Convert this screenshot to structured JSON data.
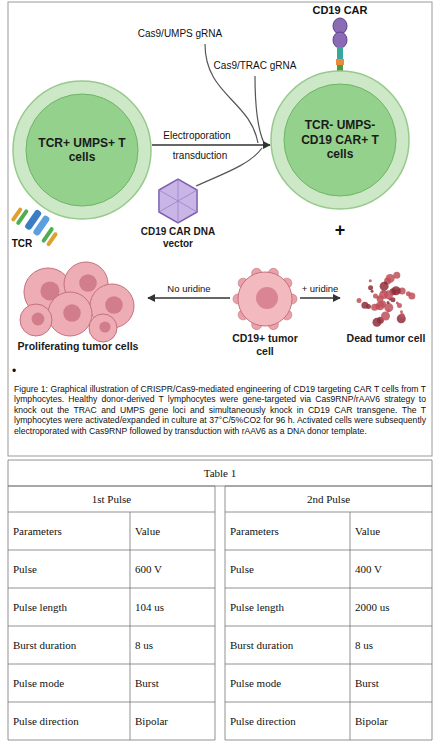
{
  "diagram": {
    "caption": "Figure 1: Graphical illustration of CRISPR/Cas9-mediated engineering of CD19 targeting CAR T cells from T lymphocytes. Healthy donor-derived T lymphocytes were gene-targeted via Cas9RNP/rAAV6 strategy to knock out the TRAC and UMPS gene loci and simultaneously knock in CD19 CAR transgene. The T lymphocytes were activated/expanded in culture at 37°C/5%CO2 for 96 h. Activated cells were subsequently electroporated with Cas9RNP followed by transduction with rAAV6 as a DNA donor template.",
    "nodes": [
      {
        "text": [
          "TCR+ UMPS+ T cells"
        ]
      },
      {
        "text": [
          "TCR- UMPS- CD19 CAR+ T cells"
        ]
      },
      {
        "text": [
          "CD19 CAR DNA vector"
        ]
      },
      {
        "text": [
          "CD19+ tumor cell"
        ]
      },
      {
        "text": [
          "Proliferating tumor cells"
        ]
      },
      {
        "text": [
          "Dead tumor cell"
        ]
      }
    ],
    "edges": [
      {
        "from": 0,
        "to": 1,
        "label": "Electroporation",
        "arrow": "to"
      },
      {
        "from": 3,
        "to": 4,
        "label": "No uridine",
        "arrow": "to"
      },
      {
        "from": 3,
        "to": 5,
        "label": "+ uridine",
        "arrow": "to"
      }
    ],
    "labels": [
      "Cas9/UMPS gRNA",
      "Cas9/TRAC gRNA",
      "transduction",
      "CD19 CAR",
      "TCR",
      "+",
      "•",
      "Table 1",
      "1st Pulse",
      "2nd Pulse",
      "Parameters",
      "Value",
      "Parameters",
      "Value",
      "Pulse",
      "600 V",
      "Pulse",
      "400 V",
      "Pulse length",
      "104 us",
      "Pulse length",
      "2000 us",
      "Burst duration",
      "8 us",
      "Burst duration",
      "8 us",
      "Pulse mode",
      "Burst",
      "Pulse mode",
      "Burst",
      "Pulse direction",
      "Bipolar",
      "Pulse direction",
      "Bipolar"
    ]
  }
}
